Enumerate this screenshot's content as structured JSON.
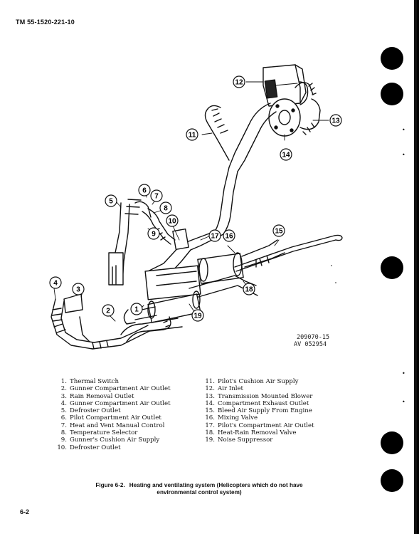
{
  "header": {
    "doc_id": "TM 55-1520-221-10"
  },
  "figure": {
    "callouts": [
      "1",
      "2",
      "3",
      "4",
      "5",
      "6",
      "7",
      "8",
      "9",
      "10",
      "11",
      "12",
      "13",
      "14",
      "15",
      "16",
      "17",
      "18",
      "19"
    ],
    "ref_code": "209070-15",
    "av_code": "AV 052954"
  },
  "legend": {
    "left": [
      {
        "num": "1.",
        "label": "Thermal Switch"
      },
      {
        "num": "2.",
        "label": "Gunner Compartment Air Outlet"
      },
      {
        "num": "3.",
        "label": "Rain Removal Outlet"
      },
      {
        "num": "4.",
        "label": "Gunner Compartment Air Outlet"
      },
      {
        "num": "5.",
        "label": "Defroster Outlet"
      },
      {
        "num": "6.",
        "label": "Pilot Compartment Air Outlet"
      },
      {
        "num": "7.",
        "label": "Heat and Vent Manual Control"
      },
      {
        "num": "8.",
        "label": "Temperature Selector"
      },
      {
        "num": "9.",
        "label": "Gunner's Cushion Air Supply"
      },
      {
        "num": "10.",
        "label": "Defroster Outlet"
      }
    ],
    "right": [
      {
        "num": "11.",
        "label": "Pilot's Cushion Air Supply"
      },
      {
        "num": "12.",
        "label": "Air Inlet"
      },
      {
        "num": "13.",
        "label": "Transmission Mounted Blower"
      },
      {
        "num": "14.",
        "label": "Compartment Exhaust Outlet"
      },
      {
        "num": "15.",
        "label": "Bleed Air Supply From Engine"
      },
      {
        "num": "16.",
        "label": "Mixing Valve"
      },
      {
        "num": "17.",
        "label": "Pilot's Compartment Air Outlet"
      },
      {
        "num": "18.",
        "label": "Heat-Rain Removal Valve"
      },
      {
        "num": "19.",
        "label": "Noise Suppressor"
      }
    ]
  },
  "caption": {
    "label": "Figure 6-2.",
    "text": "Heating and ventilating system (Helicopters which do not have environmental control system)"
  },
  "page_number": "6-2"
}
